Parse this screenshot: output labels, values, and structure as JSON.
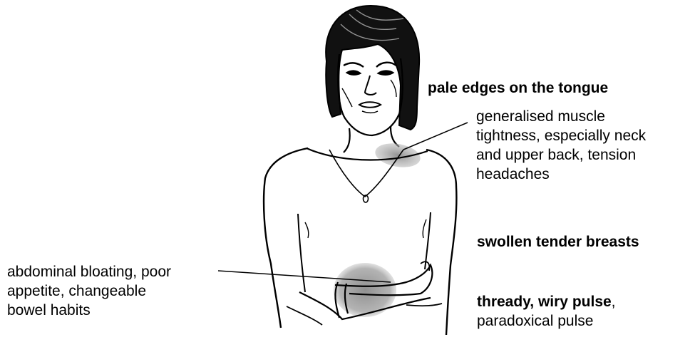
{
  "annotations": {
    "tongue": "pale edges on the tongue",
    "muscle": {
      "lines": [
        "generalised muscle",
        "tightness, especially neck",
        "and upper back, tension",
        "headaches"
      ]
    },
    "breasts": "swollen tender breasts",
    "pulse": {
      "bold_part": "thready, wiry pulse",
      "comma": ",",
      "second_line": "paradoxical pulse"
    },
    "abdomen": {
      "lines": [
        "abdominal bloating, poor",
        "appetite, changeable",
        "bowel habits"
      ]
    }
  },
  "colors": {
    "ink": "#000000",
    "highlight": "#9a9a9a"
  }
}
